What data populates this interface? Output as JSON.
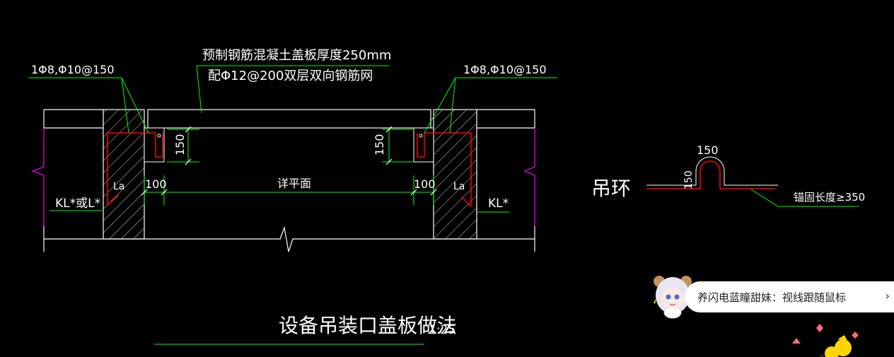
{
  "drawing": {
    "note_top_line1": "预制钢筋混凝土盖板厚度250mm",
    "note_top_line2": "配Φ12@200双层双向钢筋网",
    "rebar_left": "1Φ8,Φ10@150",
    "rebar_right": "1Φ8,Φ10@150",
    "dim_150_left": "150",
    "dim_150_right": "150",
    "dim_100_left": "100",
    "dim_100_right": "100",
    "dim_center": "详平面",
    "la_left": "La",
    "la_right": "La",
    "beam_left": "KL*或L*",
    "beam_right": "KL*",
    "hook_title": "吊环",
    "hook_dim_top": "150",
    "hook_dim_side": "150",
    "hook_anchor": "锚固长度≥350",
    "title": "设备吊装口盖板做法",
    "scale": "1:25"
  },
  "colors": {
    "background": "#000000",
    "structure": "#ffffff",
    "wall": "#ff00ff",
    "leader": "#00ff00",
    "rebar": "#ff0000"
  },
  "overlay": {
    "tip_text": "养闪电蓝瞳甜妹：视线跟随鼠标",
    "tip_chevron": "›"
  }
}
